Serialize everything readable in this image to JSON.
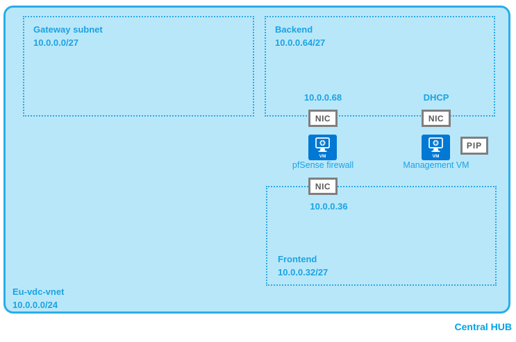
{
  "colors": {
    "vnet_fill": "#b9e7fa",
    "vnet_border": "#29ade8",
    "subnet_border": "#2aaae4",
    "label_blue": "#1ba3e2",
    "vm_blue": "#0078d4",
    "badge_border_gray": "#7f7f7f",
    "badge_text_gray": "#595959",
    "hub_text": "#00a3e8"
  },
  "vnet": {
    "name": "Eu-vdc-vnet",
    "cidr": "10.0.0.0/24"
  },
  "subnets": {
    "gateway": {
      "name": "Gateway subnet",
      "cidr": "10.0.0.0/27"
    },
    "backend": {
      "name": "Backend",
      "cidr": "10.0.0.64/27"
    },
    "frontend": {
      "name": "Frontend",
      "cidr": "10.0.0.32/27"
    }
  },
  "annotations": {
    "firewall_backend_ip": "10.0.0.68",
    "management_ip_mode": "DHCP",
    "firewall_frontend_ip": "10.0.0.36"
  },
  "badges": {
    "nic": "NIC",
    "pip": "PIP"
  },
  "vms": {
    "firewall": {
      "caption": "pfSense firewall",
      "icon_label": "VM"
    },
    "management": {
      "caption": "Management VM",
      "icon_label": "VM"
    }
  },
  "hub_label": "Central HUB"
}
